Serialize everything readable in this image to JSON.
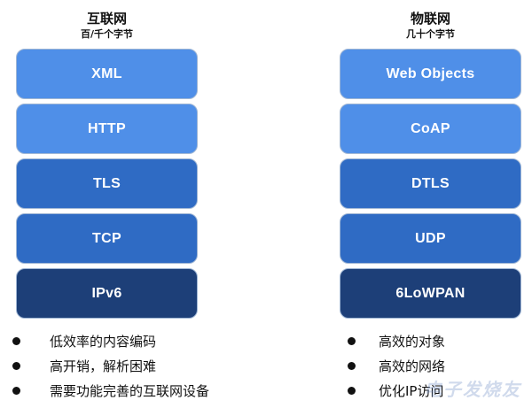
{
  "left": {
    "title": "互联网",
    "subtitle": "百/千个字节",
    "layers": [
      {
        "label": "XML",
        "color": "#4f8fe8"
      },
      {
        "label": "HTTP",
        "color": "#4f8fe8"
      },
      {
        "label": "TLS",
        "color": "#2f6bc4"
      },
      {
        "label": "TCP",
        "color": "#2f6bc4"
      },
      {
        "label": "IPv6",
        "color": "#1d3f78"
      }
    ],
    "bullets": [
      "低效率的内容编码",
      "高开销，解析困难",
      "需要功能完善的互联网设备"
    ]
  },
  "right": {
    "title": "物联网",
    "subtitle": "几十个字节",
    "layers": [
      {
        "label": "Web Objects",
        "color": "#4f8fe8"
      },
      {
        "label": "CoAP",
        "color": "#4f8fe8"
      },
      {
        "label": "DTLS",
        "color": "#2f6bc4"
      },
      {
        "label": "UDP",
        "color": "#2f6bc4"
      },
      {
        "label": "6LoWPAN",
        "color": "#1d3f78"
      }
    ],
    "bullets": [
      "高效的对象",
      "高效的网络",
      "优化IP访问"
    ]
  },
  "watermark": "电子发烧友"
}
